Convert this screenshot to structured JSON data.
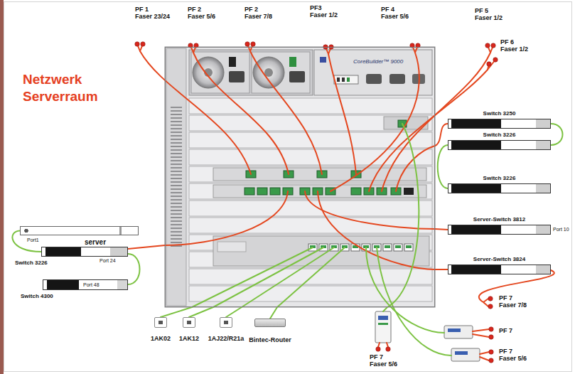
{
  "diagram": {
    "title": "Netzwerk Serverraum",
    "nodes": [
      {
        "text": [
          "CoreBuilder™ 9000"
        ]
      },
      {
        "text": [
          "Switch 3250"
        ]
      },
      {
        "text": [
          "Switch 3226"
        ]
      },
      {
        "text": [
          "Switch 3226"
        ]
      },
      {
        "text": [
          "Server-Switch 3812"
        ]
      },
      {
        "text": [
          "server"
        ]
      },
      {
        "text": [
          "Switch 3226"
        ]
      },
      {
        "text": [
          "Server-Switch 3824"
        ]
      },
      {
        "text": [
          "Port 48",
          "Switch 4300"
        ]
      },
      {
        "text": [
          "1AK02"
        ]
      },
      {
        "text": [
          "1AK12"
        ]
      },
      {
        "text": [
          "1AJ22/R21a"
        ]
      },
      {
        "text": [
          "Bintec-Router"
        ]
      }
    ],
    "edges": [
      {
        "from": 0,
        "to": 1,
        "arrow": "none"
      },
      {
        "from": 1,
        "to": 2,
        "arrow": "none"
      },
      {
        "from": 2,
        "to": 3,
        "arrow": "none"
      },
      {
        "from": 0,
        "to": 4,
        "arrow": "none"
      },
      {
        "from": 0,
        "to": 7,
        "arrow": "none"
      },
      {
        "from": 0,
        "to": 6,
        "arrow": "none"
      },
      {
        "from": 5,
        "to": 6,
        "arrow": "none"
      },
      {
        "from": 6,
        "to": 8,
        "arrow": "none"
      },
      {
        "from": 0,
        "to": 9,
        "arrow": "none"
      },
      {
        "from": 0,
        "to": 10,
        "arrow": "none"
      },
      {
        "from": 0,
        "to": 11,
        "arrow": "none"
      },
      {
        "from": 0,
        "to": 12,
        "arrow": "none"
      }
    ],
    "labels": [
      "PF 1",
      "Faser 23/24",
      "PF 2",
      "Faser 5/6",
      "PF 2",
      "Faser 7/8",
      "PF3",
      "Faser 1/2",
      "PF 4",
      "Faser 5/6",
      "PF 5",
      "Faser 1/2",
      "PF 6",
      "Faser 1/2",
      "Port 10",
      "Port1",
      "Port 24",
      "PF 7",
      "Faser 7/8",
      "PF 7",
      "PF 7",
      "Faser 5/6",
      "PF 7",
      "Faser 5/6"
    ]
  }
}
